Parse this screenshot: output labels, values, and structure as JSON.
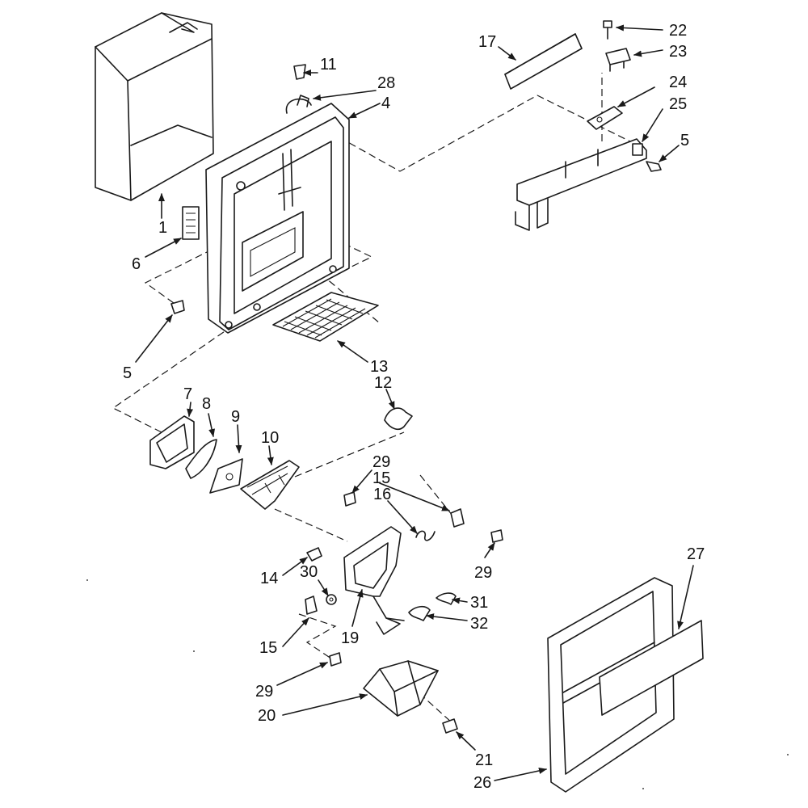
{
  "callouts": [
    "1",
    "4",
    "5",
    "5",
    "6",
    "7",
    "8",
    "9",
    "10",
    "11",
    "12",
    "13",
    "14",
    "15",
    "15",
    "16",
    "17",
    "19",
    "20",
    "21",
    "22",
    "23",
    "24",
    "25",
    "26",
    "27",
    "28",
    "29",
    "29",
    "29",
    "30",
    "31",
    "32"
  ]
}
